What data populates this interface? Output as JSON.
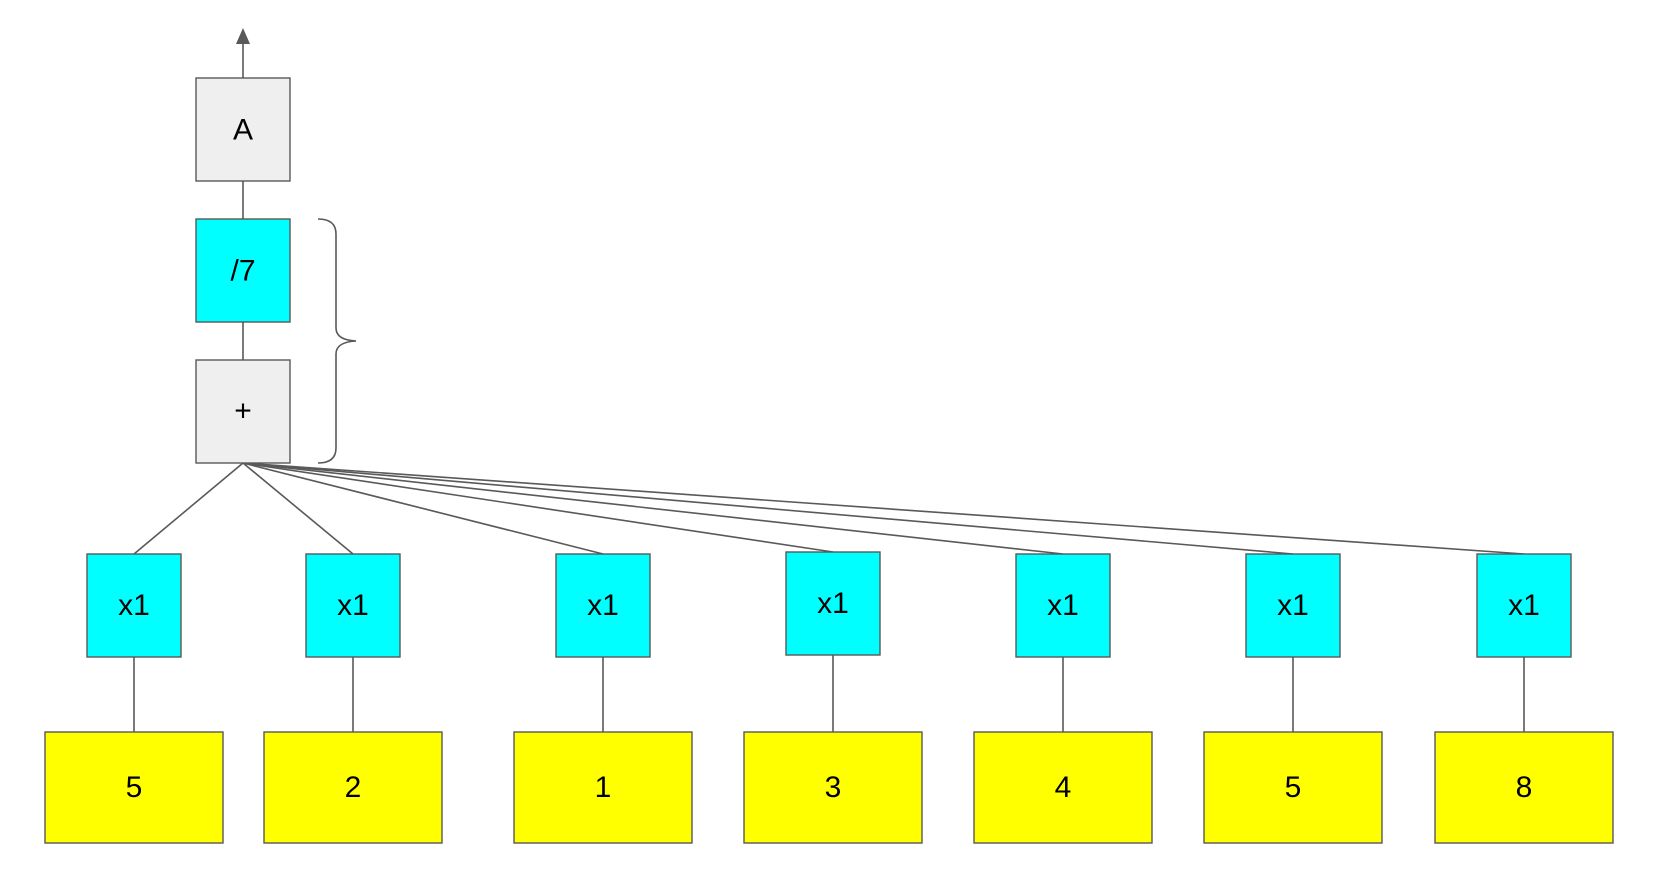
{
  "colors": {
    "gray_node": "#efefef",
    "cyan_node": "#00ffff",
    "yellow_node": "#ffff00",
    "stroke": "#595959"
  },
  "nodes": {
    "output": "A",
    "divide": "/7",
    "sum": "+",
    "weights": [
      "x1",
      "x1",
      "x1",
      "x1",
      "x1",
      "x1",
      "x1"
    ],
    "inputs": [
      "5",
      "2",
      "1",
      "3",
      "4",
      "5",
      "8"
    ]
  }
}
